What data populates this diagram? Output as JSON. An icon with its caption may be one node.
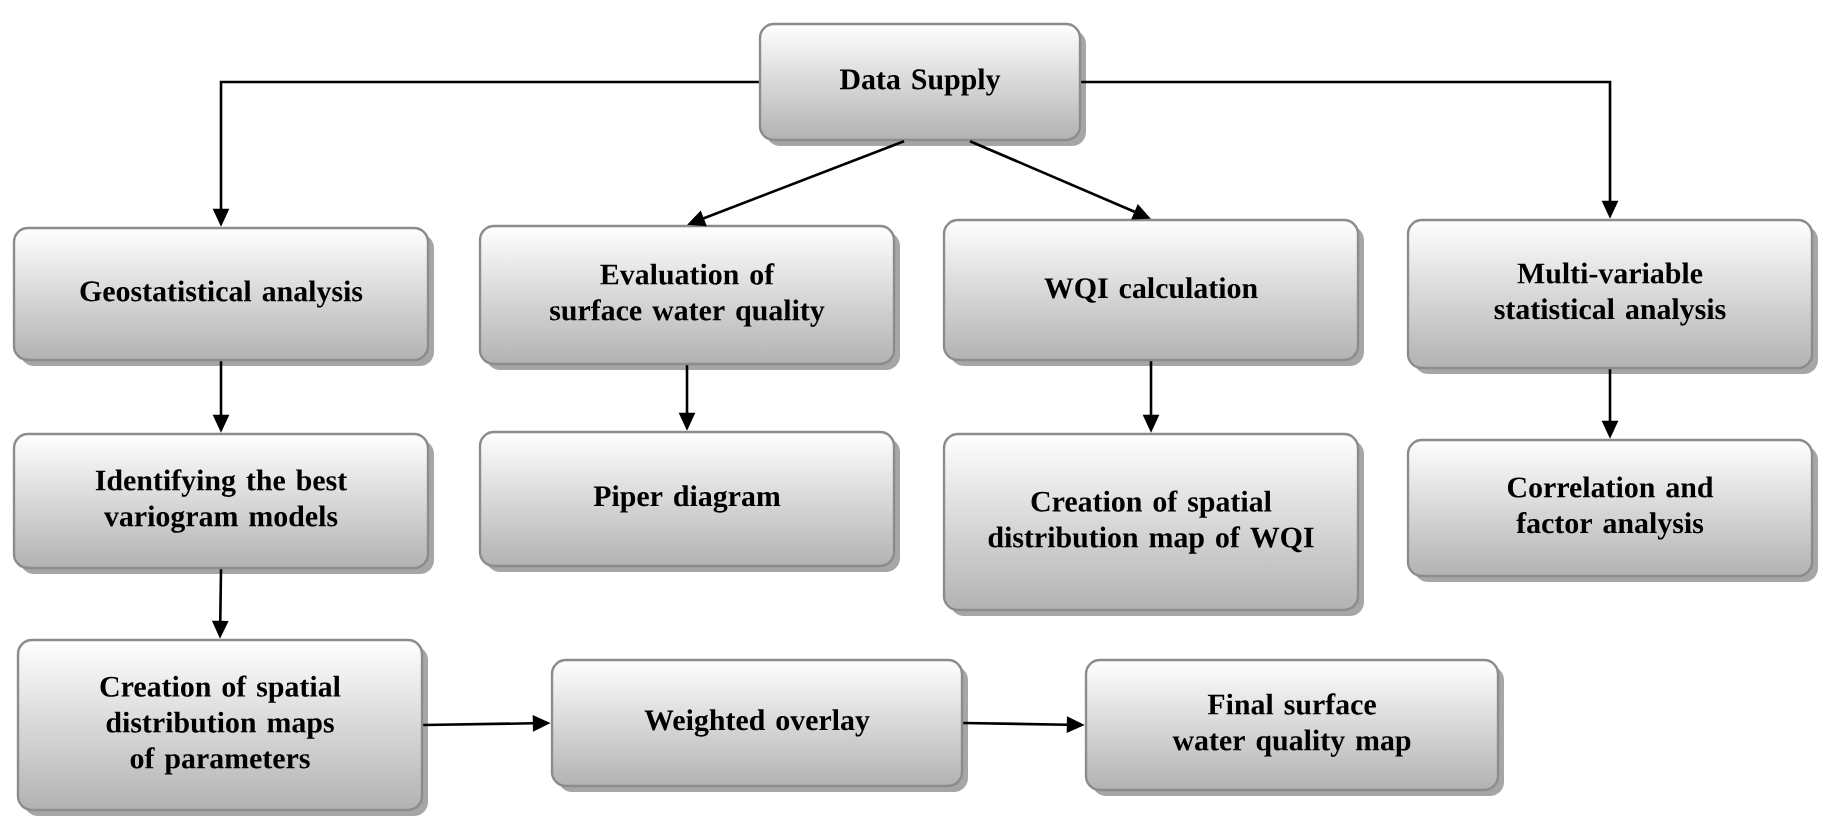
{
  "diagram": {
    "nodes": [
      {
        "text": [
          "Data Supply"
        ]
      },
      {
        "text": [
          "Geostatistical analysis"
        ]
      },
      {
        "text": [
          "Evaluation of surface water quality"
        ]
      },
      {
        "text": [
          "WQI calculation"
        ]
      },
      {
        "text": [
          "Multi-variable statistical analysis"
        ]
      },
      {
        "text": [
          "Identifying the best variogram models"
        ]
      },
      {
        "text": [
          "Piper diagram"
        ]
      },
      {
        "text": [
          "Creation of spatial distribution map of WQI"
        ]
      },
      {
        "text": [
          "Correlation and factor analysis"
        ]
      },
      {
        "text": [
          "Creation of spatial distribution maps of parameters"
        ]
      },
      {
        "text": [
          "Weighted overlay"
        ]
      },
      {
        "text": [
          "Final surface water quality map"
        ]
      }
    ],
    "edges": [
      {
        "from": 0,
        "to": 1,
        "arrow": "to"
      },
      {
        "from": 0,
        "to": 2,
        "arrow": "to"
      },
      {
        "from": 0,
        "to": 3,
        "arrow": "to"
      },
      {
        "from": 0,
        "to": 4,
        "arrow": "to"
      },
      {
        "from": 1,
        "to": 5,
        "arrow": "to"
      },
      {
        "from": 2,
        "to": 6,
        "arrow": "to"
      },
      {
        "from": 3,
        "to": 7,
        "arrow": "to"
      },
      {
        "from": 4,
        "to": 8,
        "arrow": "to"
      },
      {
        "from": 5,
        "to": 9,
        "arrow": "to"
      },
      {
        "from": 9,
        "to": 10,
        "arrow": "to"
      },
      {
        "from": 10,
        "to": 11,
        "arrow": "to"
      }
    ]
  }
}
